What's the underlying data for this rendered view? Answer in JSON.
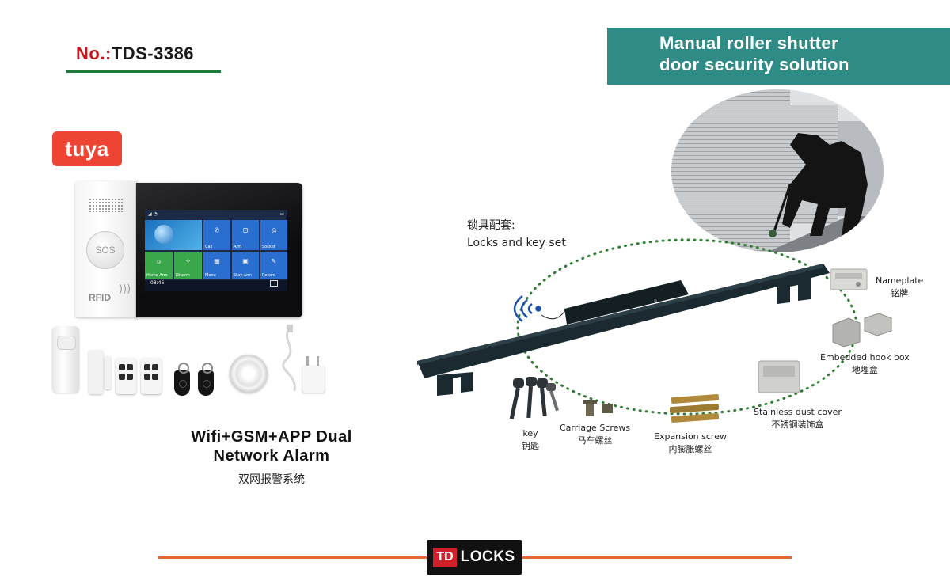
{
  "header": {
    "model_prefix": "No.:",
    "model_number": "TDS-3386",
    "title_line1": "Manual roller shutter",
    "title_line2": "door security solution"
  },
  "product": {
    "brand_badge": "tuya",
    "sos_label": "SOS",
    "rfid_label": "RFID",
    "screen": {
      "time": "08:46",
      "tiles": [
        "Call",
        "Arm",
        "Socket",
        "Home Arm",
        "Disarm",
        "Menu",
        "Stay Arm",
        "Record"
      ]
    },
    "title_line1": "Wifi+GSM+APP Dual",
    "title_line2": "Network Alarm",
    "title_cn": "双网报警系统"
  },
  "kit": {
    "heading_cn": "锁具配套:",
    "heading_en": "Locks and key set",
    "parts": [
      {
        "en": "Nameplate",
        "cn": "铭牌"
      },
      {
        "en": "Embedded hook box",
        "cn": "地埋盒"
      },
      {
        "en": "Stainless dust cover",
        "cn": "不锈钢装饰盒"
      },
      {
        "en": "Expansion screw",
        "cn": "内膨胀螺丝"
      },
      {
        "en": "Carriage Screws",
        "cn": "马车螺丝"
      },
      {
        "en": "key",
        "cn": "钥匙"
      }
    ]
  },
  "footer": {
    "logo_left": "TD",
    "logo_right": "LOCKS"
  },
  "colors": {
    "banner": "#2f8b86",
    "accent_red": "#c8161d",
    "underline_green": "#1f7a3c",
    "dotted_green": "#2e7d32",
    "footer_orange": "#e26a2c",
    "lock_bar": "#1a2a30"
  }
}
